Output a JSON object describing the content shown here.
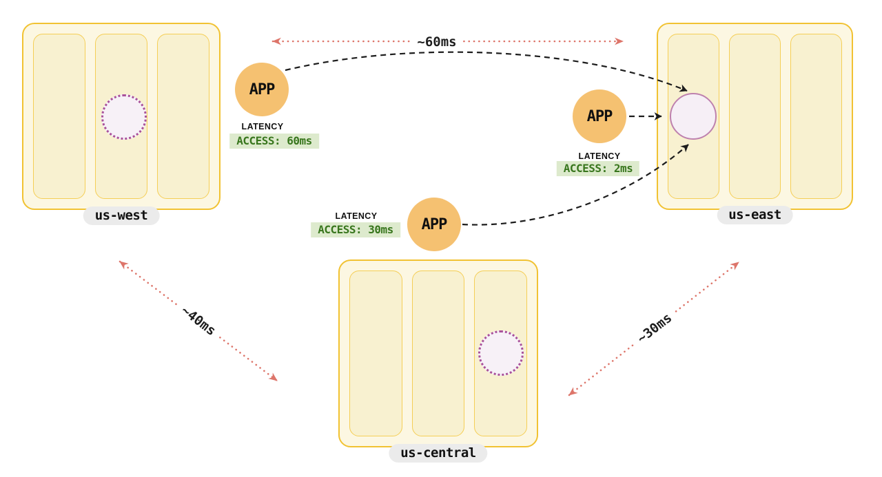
{
  "regions": [
    {
      "id": "us-west",
      "label": "us-west",
      "database": "replica-dotted"
    },
    {
      "id": "us-east",
      "label": "us-east",
      "database": "primary-solid"
    },
    {
      "id": "us-central",
      "label": "us-central",
      "database": "replica-dotted"
    }
  ],
  "apps": [
    {
      "region": "us-west",
      "label": "APP",
      "latency_label": "LATENCY",
      "access": "ACCESS: 60ms"
    },
    {
      "region": "us-east",
      "label": "APP",
      "latency_label": "LATENCY",
      "access": "ACCESS: 2ms"
    },
    {
      "region": "us-central",
      "label": "APP",
      "latency_label": "LATENCY",
      "access": "ACCESS: 30ms"
    }
  ],
  "links": [
    {
      "from": "us-west",
      "to": "us-east",
      "label": "~60ms"
    },
    {
      "from": "us-west",
      "to": "us-central",
      "label": "~40ms"
    },
    {
      "from": "us-central",
      "to": "us-east",
      "label": "~30ms"
    }
  ],
  "colors": {
    "region_fill": "#FCF7E2",
    "region_border": "#F1C232",
    "rack_fill": "#F8F1D0",
    "rack_border": "#F5CE55",
    "app_fill": "#F5C171",
    "badge_bg": "#DDEACD",
    "badge_text": "#38761D",
    "replica_dot": "#A9519B",
    "primary_border": "#BE81AE",
    "db_fill": "#F6EFF6",
    "inter_region_arrow": "#DD756A",
    "access_arrow": "#1c1c1c",
    "label_pill_bg": "#EBEBEB"
  }
}
